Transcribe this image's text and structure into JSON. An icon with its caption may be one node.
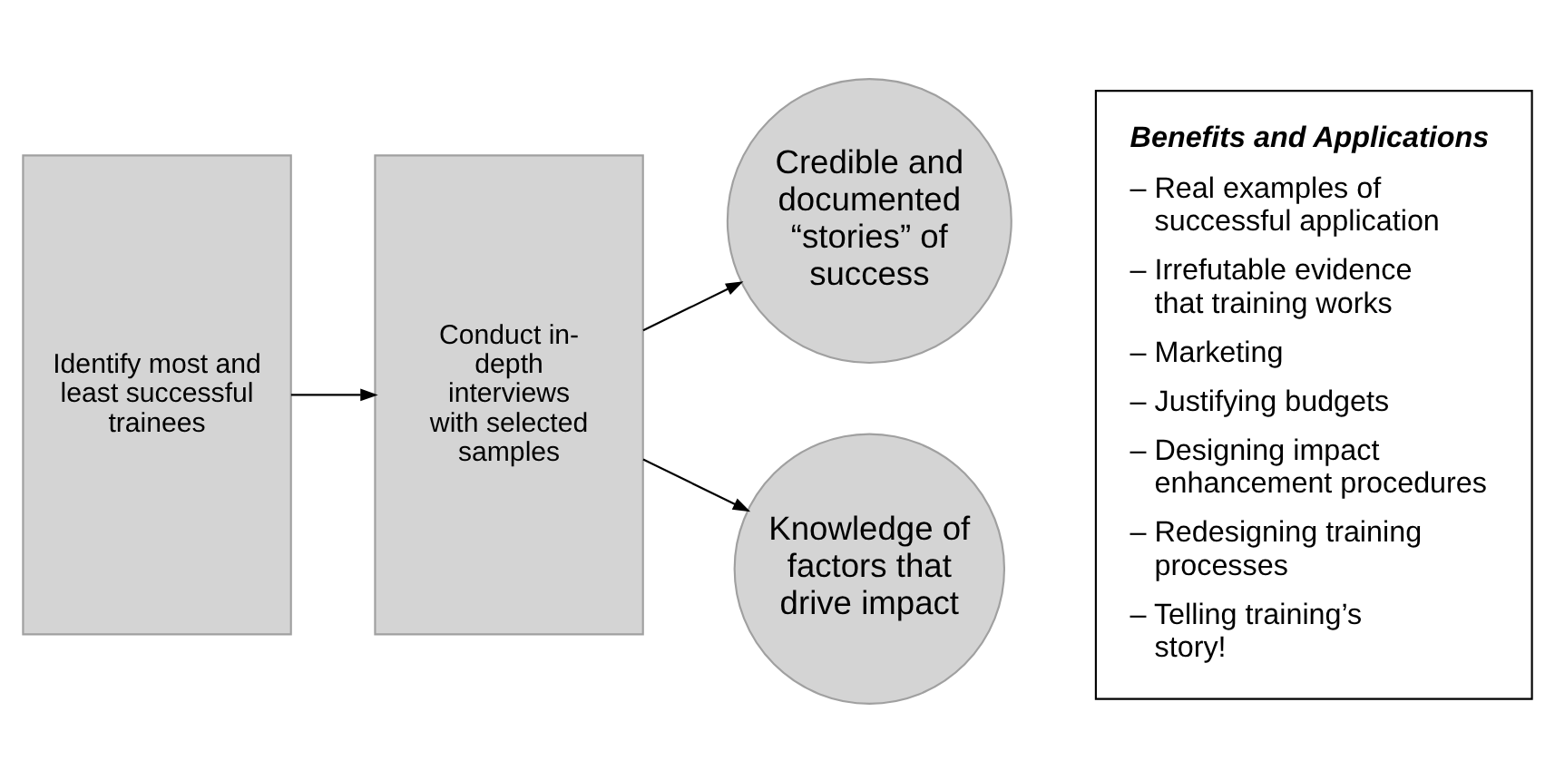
{
  "diagram": {
    "nodes": [
      {
        "text": [
          "Identify most and least successful trainees"
        ]
      },
      {
        "text": [
          "Conduct in-depth interviews with selected samples"
        ]
      },
      {
        "text": [
          "Credible and documented “stories” of success"
        ]
      },
      {
        "text": [
          "Knowledge of factors that drive impact"
        ]
      },
      {
        "text": [
          "Benefits and Applications",
          "– Real examples of successful application",
          "– Irrefutable evidence that training works",
          "– Marketing",
          "– Justifying budgets",
          "– Designing impact enhancement procedures",
          "– Redesigning training processes",
          "– Telling training’s story!"
        ]
      }
    ],
    "edges": [
      {
        "from": 0,
        "to": 1,
        "arrow": "to"
      },
      {
        "from": 1,
        "to": 2,
        "arrow": "to"
      },
      {
        "from": 1,
        "to": 3,
        "arrow": "to"
      }
    ]
  }
}
